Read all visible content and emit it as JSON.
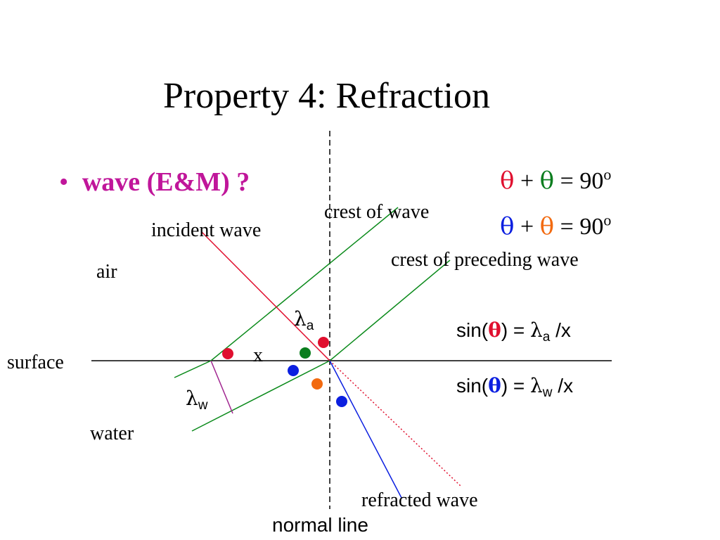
{
  "title": "Property 4: Refraction",
  "bullet": {
    "marker": "•",
    "text": "wave (E&M) ?",
    "color": "#c0169a"
  },
  "labels": {
    "crest_of_wave": "crest of wave",
    "incident_wave": "incident wave",
    "crest_of_preceding_wave": "crest of preceding wave",
    "air": "air",
    "surface": "surface",
    "water": "water",
    "x": "x",
    "refracted_wave": "refracted wave",
    "normal_line": "normal line",
    "lambda_a_letter": "λ",
    "lambda_a_sub": "a",
    "lambda_w_letter": "λ",
    "lambda_w_sub": "w"
  },
  "equations": {
    "eq1": {
      "theta1": "θ",
      "plus": "+",
      "theta2": "θ",
      "rest": "= 90",
      "sup": "o"
    },
    "eq2": {
      "theta1": "θ",
      "plus": "+",
      "theta2": "θ",
      "rest": "= 90",
      "sup": "o"
    },
    "eq3": {
      "pre": "sin(",
      "theta": "θ",
      "mid": ") = ",
      "lambda": "λ",
      "sub": "a",
      "post": " /x"
    },
    "eq4": {
      "pre": "sin(",
      "theta": "θ",
      "mid": ") = ",
      "lambda": "λ",
      "sub": "w",
      "post": " /x"
    }
  },
  "colors": {
    "red": "#e0102f",
    "green": "#0a7d1e",
    "blue": "#0b1fe0",
    "orange": "#f26a10",
    "magenta": "#a0248f",
    "crest_green": "#0a8a1a"
  }
}
